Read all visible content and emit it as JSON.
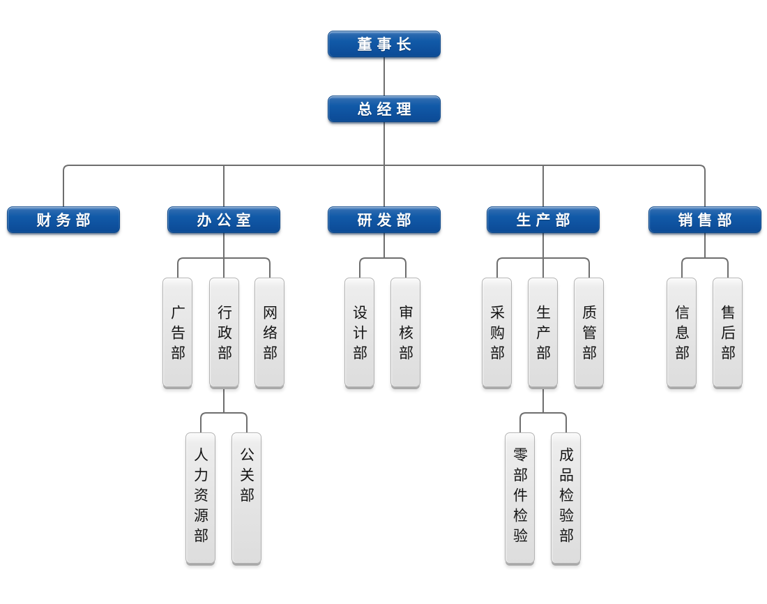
{
  "diagram_type": "organization-chart",
  "nodes": {
    "chairman": "董事长",
    "general_manager": "总经理",
    "finance": "财务部",
    "office": "办公室",
    "rd": "研发部",
    "production": "生产部",
    "sales": "销售部",
    "advertising": "广告部",
    "admin": "行政部",
    "network": "网络部",
    "design": "设计部",
    "audit": "审核部",
    "purchasing": "采购部",
    "manufacturing": "生产部",
    "quality": "质管部",
    "info": "信息部",
    "aftersales": "售后部",
    "hr": "人力资源部",
    "pr": "公关部",
    "parts_inspection": "零部件检验",
    "finished_inspection": "成品检验部"
  },
  "hierarchy": {
    "chairman": [
      "general_manager"
    ],
    "general_manager": [
      "finance",
      "office",
      "rd",
      "production",
      "sales"
    ],
    "office": [
      "advertising",
      "admin",
      "network"
    ],
    "admin": [
      "hr",
      "pr"
    ],
    "rd": [
      "design",
      "audit"
    ],
    "production": [
      "purchasing",
      "manufacturing",
      "quality"
    ],
    "manufacturing": [
      "parts_inspection",
      "finished_inspection"
    ],
    "sales": [
      "info",
      "aftersales"
    ]
  },
  "colors": {
    "box_blue": "#0f55a0",
    "box_blue_border": "#0a4689",
    "box_gray": "#e3e3e3",
    "box_gray_border": "#b3b3b3",
    "connector_gray": "#6e6e6e",
    "text_on_blue": "#ffffff",
    "text_on_gray": "#141414",
    "background": "#ffffff"
  }
}
